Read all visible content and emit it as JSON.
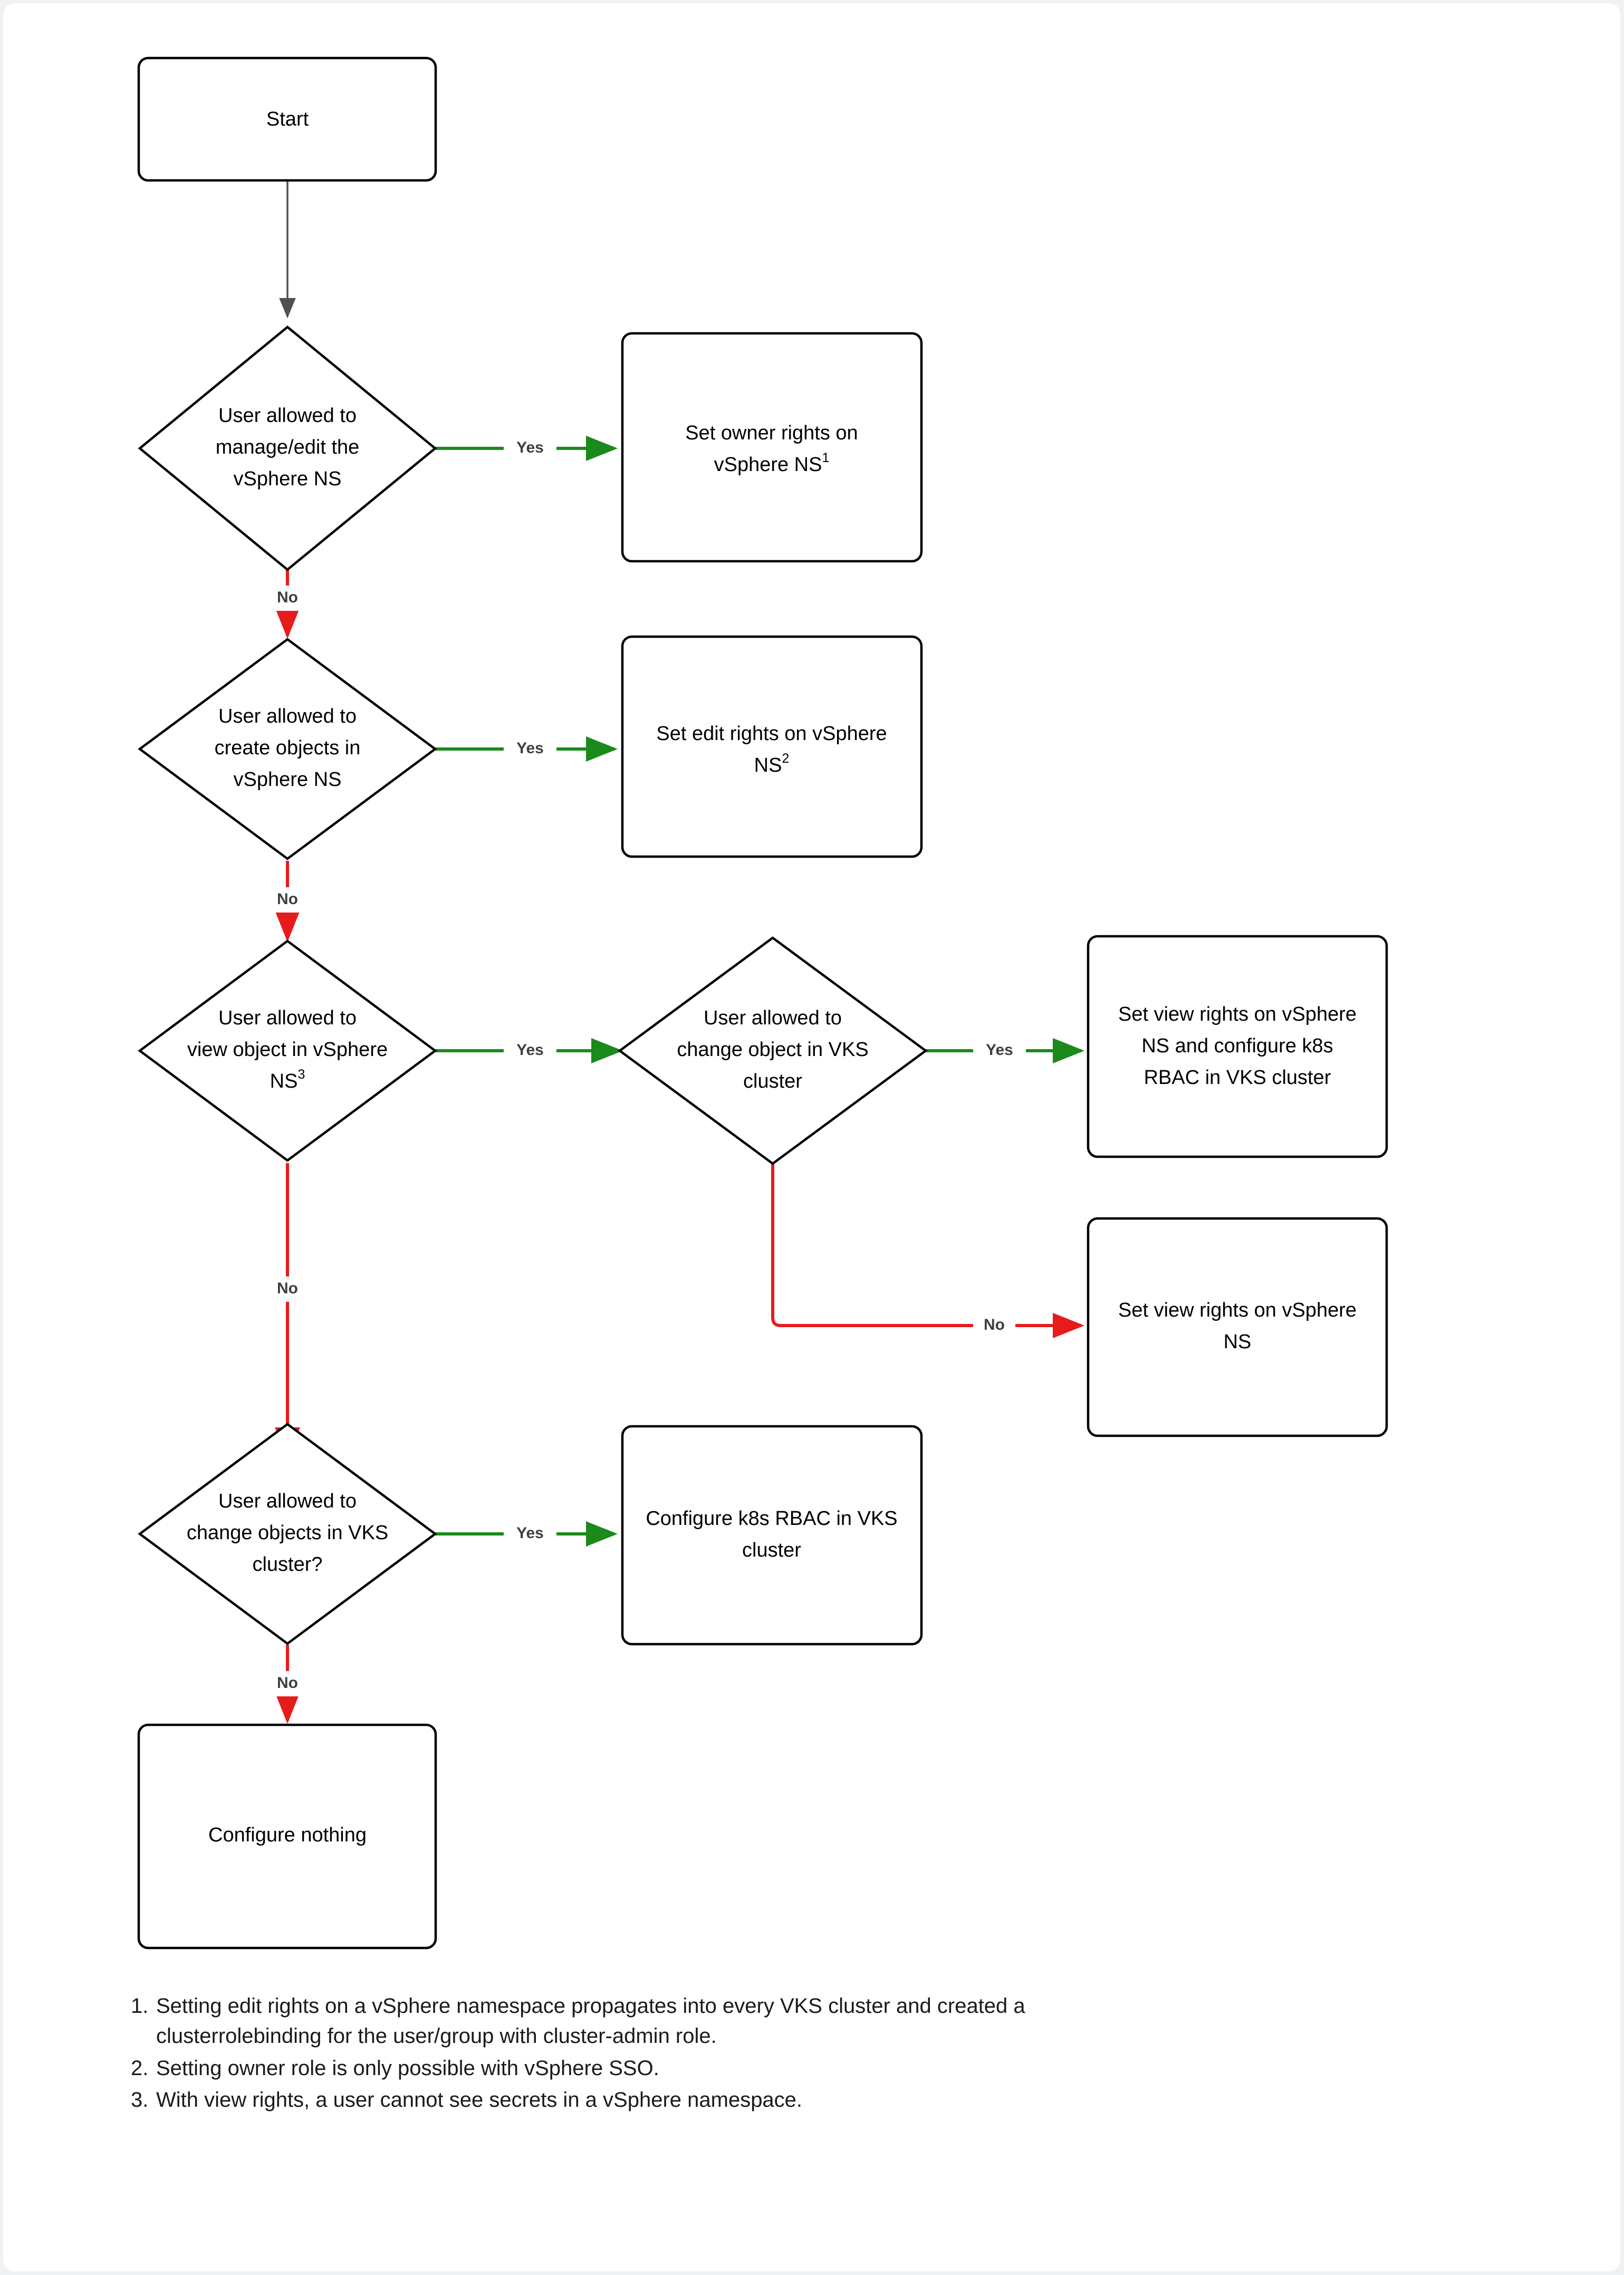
{
  "diagram": {
    "title_visible": false,
    "colors": {
      "yes_edge": "#1a8a1a",
      "no_edge": "#e81b1b",
      "node_stroke": "#000000",
      "node_fill": "#ffffff",
      "edge_label": "#3c4043",
      "page_background": "#f0f1f2",
      "card_background": "#ffffff",
      "start_edge": "#4d5156"
    },
    "nodes": [
      {
        "id": "start",
        "type": "process",
        "label": "Start"
      },
      {
        "id": "d1",
        "type": "decision",
        "line1": "User allowed to",
        "line2": "manage/edit the",
        "line3": "vSphere NS"
      },
      {
        "id": "a1",
        "type": "process",
        "line1": "Set owner rights on",
        "line2": "vSphere NS",
        "sup": "1"
      },
      {
        "id": "d2",
        "type": "decision",
        "line1": "User allowed to",
        "line2": "create objects in",
        "line3": "vSphere NS"
      },
      {
        "id": "a2",
        "type": "process",
        "line1": "Set edit rights on vSphere",
        "line2": "NS",
        "sup": "2"
      },
      {
        "id": "d3",
        "type": "decision",
        "line1": "User allowed to",
        "line2": "view object in vSphere",
        "line3": "NS",
        "sup": "3"
      },
      {
        "id": "d4",
        "type": "decision",
        "line1": "User allowed to",
        "line2": "change object in VKS",
        "line3": "cluster"
      },
      {
        "id": "a3",
        "type": "process",
        "line1": "Set view rights on vSphere",
        "line2": "NS and configure k8s",
        "line3": "RBAC in VKS cluster"
      },
      {
        "id": "a4",
        "type": "process",
        "line1": "Set view rights on vSphere",
        "line2": "NS"
      },
      {
        "id": "d5",
        "type": "decision",
        "line1": "User allowed to",
        "line2": "change objects in VKS",
        "line3": "cluster?"
      },
      {
        "id": "a5",
        "type": "process",
        "line1": "Configure k8s RBAC in VKS",
        "line2": "cluster"
      },
      {
        "id": "a6",
        "type": "process",
        "label": "Configure nothing"
      }
    ],
    "edges": [
      {
        "id": "e-start-d1",
        "from": "start",
        "to": "d1",
        "label": "",
        "color": "start_edge"
      },
      {
        "id": "e-d1-a1",
        "from": "d1",
        "to": "a1",
        "label": "Yes",
        "color": "yes_edge"
      },
      {
        "id": "e-d1-d2",
        "from": "d1",
        "to": "d2",
        "label": "No",
        "color": "no_edge"
      },
      {
        "id": "e-d2-a2",
        "from": "d2",
        "to": "a2",
        "label": "Yes",
        "color": "yes_edge"
      },
      {
        "id": "e-d2-d3",
        "from": "d2",
        "to": "d3",
        "label": "No",
        "color": "no_edge"
      },
      {
        "id": "e-d3-d4",
        "from": "d3",
        "to": "d4",
        "label": "Yes",
        "color": "yes_edge"
      },
      {
        "id": "e-d4-a3",
        "from": "d4",
        "to": "a3",
        "label": "Yes",
        "color": "yes_edge"
      },
      {
        "id": "e-d4-a4",
        "from": "d4",
        "to": "a4",
        "label": "No",
        "color": "no_edge"
      },
      {
        "id": "e-d3-d5",
        "from": "d3",
        "to": "d5",
        "label": "No",
        "color": "no_edge"
      },
      {
        "id": "e-d5-a5",
        "from": "d5",
        "to": "a5",
        "label": "Yes",
        "color": "yes_edge"
      },
      {
        "id": "e-d5-a6",
        "from": "d5",
        "to": "a6",
        "label": "No",
        "color": "no_edge"
      }
    ]
  },
  "footnotes": [
    {
      "num": "1.",
      "text": "Setting edit rights on a vSphere namespace propagates into every VKS cluster and created a clusterrolebinding for the user/group with cluster-admin role."
    },
    {
      "num": "2.",
      "text": " Setting owner role is only possible with vSphere SSO."
    },
    {
      "num": "3.",
      "text": "With view rights, a user cannot see secrets in a vSphere namespace."
    }
  ]
}
